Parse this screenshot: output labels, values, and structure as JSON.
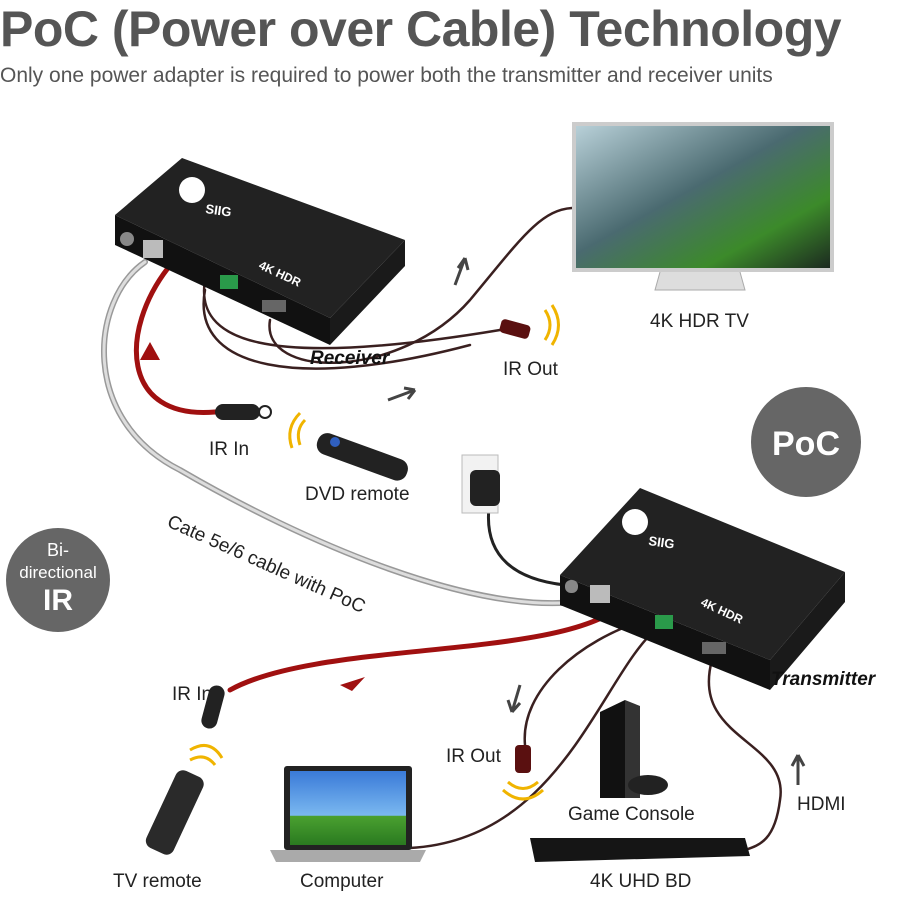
{
  "header": {
    "title": "PoC (Power over Cable) Technology",
    "subtitle": "Only one power adapter is required to power both the transmitter and receiver units"
  },
  "receiver": {
    "label": "Receiver",
    "brand": "SIIG",
    "badge": "4K HDR"
  },
  "transmitter": {
    "label": "Transmitter",
    "brand": "SIIG",
    "badge": "4K HDR"
  },
  "labels": {
    "tv": "4K HDR TV",
    "ir_out_receiver": "IR Out",
    "ir_in_receiver": "IR In",
    "dvd_remote": "DVD remote",
    "cable": "Cate 5e/6 cable with PoC",
    "ir_in_transmitter": "IR In",
    "ir_out_transmitter": "IR Out",
    "game_console": "Game Console",
    "hdmi": "HDMI",
    "tv_remote": "TV remote",
    "computer": "Computer",
    "bluray": "4K UHD BD"
  },
  "badges": {
    "poc": "PoC",
    "bidir_line1": "Bi-",
    "bidir_line2": "directional",
    "bidir_line3": "IR"
  },
  "colors": {
    "heading": "#555555",
    "badge_bg": "#666666",
    "ir_cable": "#b01010",
    "cat_cable": "#aaaaaa",
    "device": "#1a1a1a"
  }
}
